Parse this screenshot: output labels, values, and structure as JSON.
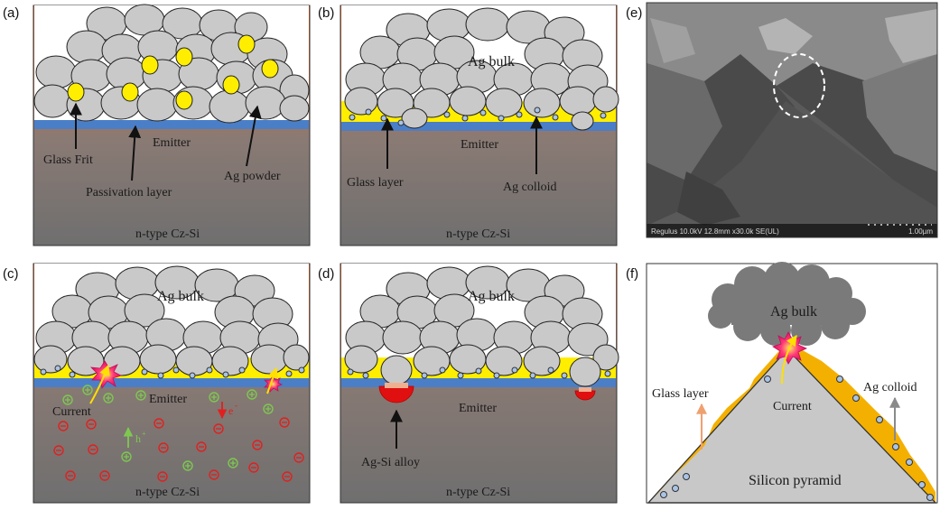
{
  "panels": {
    "a": {
      "tag": "(a)",
      "glass_frit": "Glass Frit",
      "passivation": "Passivation layer",
      "emitter": "Emitter",
      "ag_powder": "Ag powder",
      "substrate": "n-type Cz-Si"
    },
    "b": {
      "tag": "(b)",
      "ag_bulk": "Ag bulk",
      "emitter": "Emitter",
      "glass_layer": "Glass layer",
      "ag_colloid": "Ag colloid",
      "substrate": "n-type Cz-Si"
    },
    "c": {
      "tag": "(c)",
      "ag_bulk": "Ag bulk",
      "emitter": "Emitter",
      "current": "Current",
      "electron": "e",
      "electron_sup": "-",
      "hole": "h",
      "hole_sup": "+",
      "substrate": "n-type Cz-Si"
    },
    "d": {
      "tag": "(d)",
      "ag_bulk": "Ag bulk",
      "emitter": "Emitter",
      "alloy": "Ag-Si alloy",
      "substrate": "n-type Cz-Si"
    },
    "e": {
      "tag": "(e)",
      "sem_info": "Regulus 10.0kV 12.8mm x30.0k SE(UL)",
      "scale": "1.00µm"
    },
    "f": {
      "tag": "(f)",
      "ag_bulk": "Ag bulk",
      "glass_layer": "Glass layer",
      "ag_colloid": "Ag colloid",
      "current": "Current",
      "pyramid": "Silicon pyramid"
    }
  },
  "colors": {
    "ag_particle": "#c9c9c9",
    "glass": "#ffee00",
    "passivation": "#4a7fc8",
    "emitter": "#e0702a",
    "substrate": "#777777",
    "alloy": "#e01010",
    "hole": "#7ec850",
    "electron": "#e02020",
    "glass_pyramid": "#f4b000"
  }
}
